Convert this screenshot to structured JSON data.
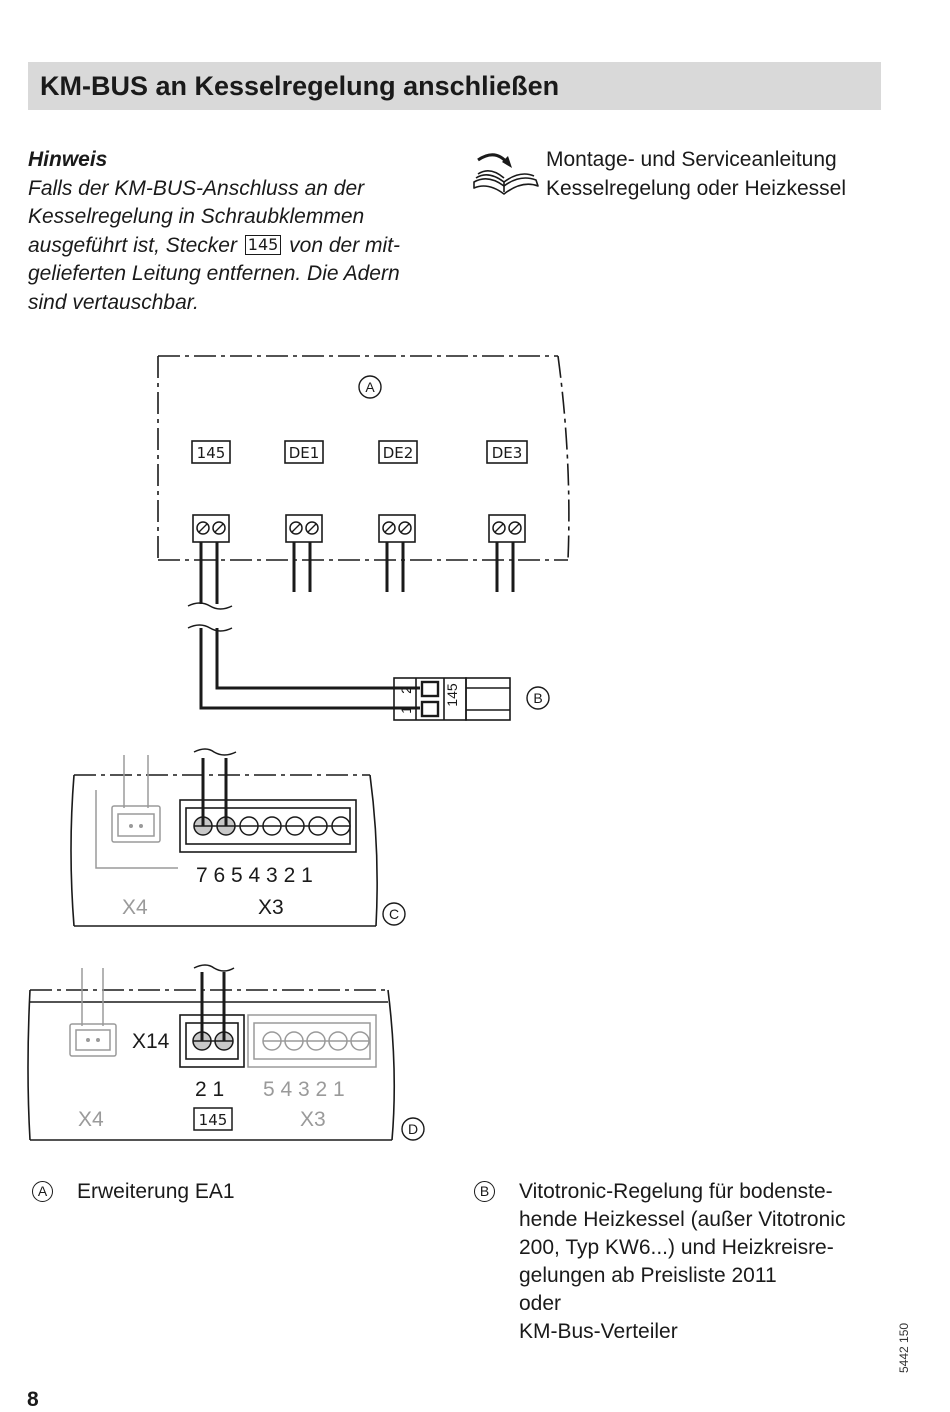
{
  "heading": "KM-BUS an Kesselregelung anschließen",
  "note": {
    "title": "Hinweis",
    "text_before": "Falls der KM-BUS-Anschluss an der Kesselregelung in Schraubklemmen ausgeführt ist, Stecker",
    "plug_label": "145",
    "text_after": "von der mitgelieferten Leitung entfernen. Die Adern sind vertauschbar.",
    "line1": "Falls der KM-BUS-Anschluss an der",
    "line2": "Kesselregelung in Schraubklemmen",
    "line3_a": "ausgeführt ist, Stecker",
    "line3_b": "von der mit-",
    "line4": "gelieferten Leitung entfernen. Die Adern",
    "line5": "sind vertauschbar."
  },
  "reference": {
    "icon": "book-icon",
    "line1": "Montage- und Serviceanleitung",
    "line2": "Kesselregelung oder Heizkessel"
  },
  "diagram": {
    "marker_a": "A",
    "marker_b": "B",
    "marker_c": "C",
    "marker_d": "D",
    "connectors_a": [
      "145",
      "DE1",
      "DE2",
      "DE3"
    ],
    "plug_b_label": "145",
    "plug_b_pins": [
      "2",
      "1"
    ],
    "c_pins": "7 6 5 4 3 2 1",
    "c_x4": "X4",
    "c_x3": "X3",
    "d_x14": "X14",
    "d_pins_active": "2 1",
    "d_pins_inactive": "5 4 3 2 1",
    "d_x4": "X4",
    "d_plug": "145",
    "d_x3": "X3"
  },
  "legend": {
    "a": {
      "mark": "A",
      "text": "Erweiterung EA1"
    },
    "b": {
      "mark": "B",
      "line1": "Vitotronic-Regelung für bodenste-",
      "line2": "hende Heizkessel (außer Vitotronic",
      "line3": "200, Typ KW6...) und Heizkreisre-",
      "line4": "gelungen ab Preisliste 2011",
      "line5": "oder",
      "line6": "KM-Bus-Verteiler"
    }
  },
  "page_number": "8",
  "doc_code": "5442 150"
}
